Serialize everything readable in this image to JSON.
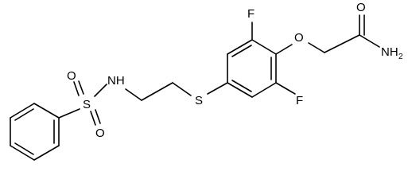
{
  "molecule": {
    "atoms": {
      "F_top": "F",
      "F_bottom": "F",
      "O_ether": "O",
      "O_carbonyl": "O",
      "amide": "NH",
      "amide_subscript": "2",
      "S_thioether": "S",
      "NH_sulfonamide": "NH",
      "S_sulfonyl": "S",
      "O_sulfonyl_top": "O",
      "O_sulfonyl_bottom": "O"
    }
  },
  "colors": {
    "bond": "#000000",
    "label": "#000000",
    "background": "#ffffff"
  }
}
